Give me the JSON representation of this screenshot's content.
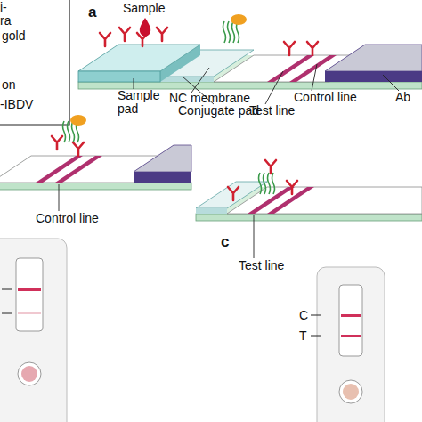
{
  "diagram": {
    "labels": [
      "a",
      "Sample",
      "Sample pad",
      "NC membrane",
      "Conjugate pad",
      "Test line",
      "Control line",
      "Ab",
      "Control line",
      "c",
      "Test line",
      "C",
      "T"
    ],
    "legend": [
      {
        "text": "i- ra"
      },
      {
        "text": "gold"
      },
      {
        "text": "on"
      },
      {
        "text": "-IBDV"
      }
    ]
  }
}
